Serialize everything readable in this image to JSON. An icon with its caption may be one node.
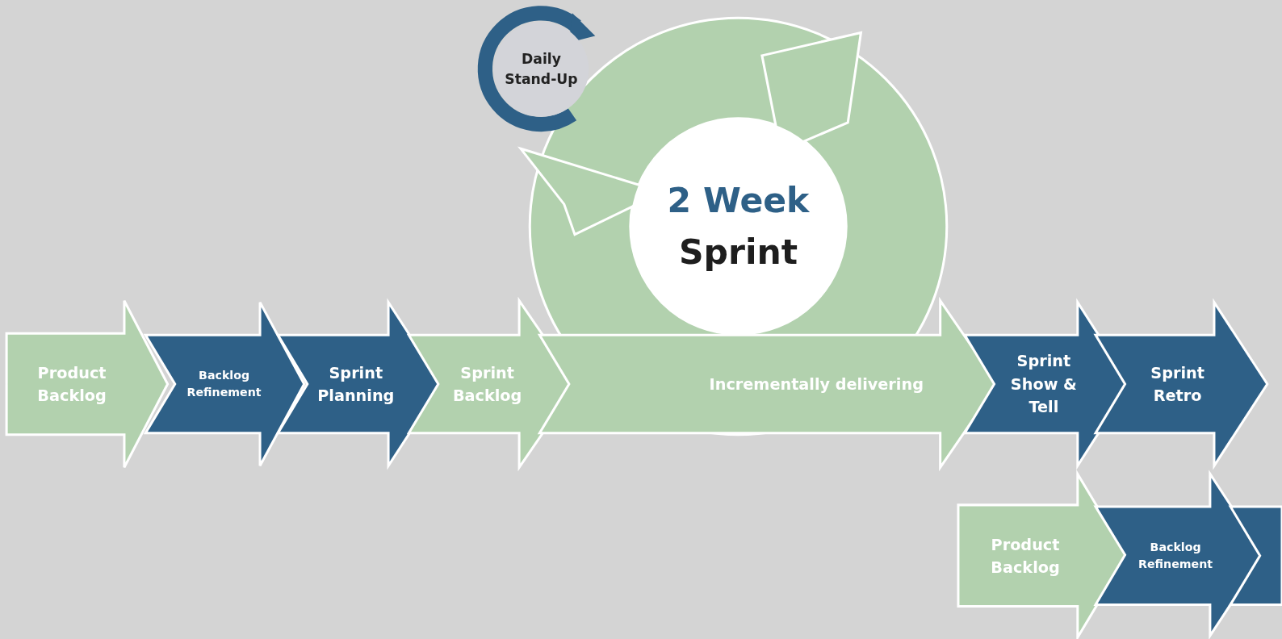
{
  "diagram": {
    "nodes": [
      {
        "text": [
          "Daily Stand-Up"
        ]
      },
      {
        "text": [
          "2 Week",
          "Sprint"
        ]
      },
      {
        "text": [
          "Product Backlog"
        ]
      },
      {
        "text": [
          "Backlog Refinement"
        ]
      },
      {
        "text": [
          "Sprint Planning"
        ]
      },
      {
        "text": [
          "Sprint Backlog"
        ]
      },
      {
        "text": [
          "Incrementally delivering"
        ]
      },
      {
        "text": [
          "Sprint Show & Tell"
        ]
      },
      {
        "text": [
          "Sprint Retro"
        ]
      },
      {
        "text": [
          "Product Backlog"
        ]
      },
      {
        "text": [
          "Backlog Refinement"
        ]
      },
      {
        "text": [],
        "shape": "arrow"
      }
    ],
    "edges": []
  }
}
